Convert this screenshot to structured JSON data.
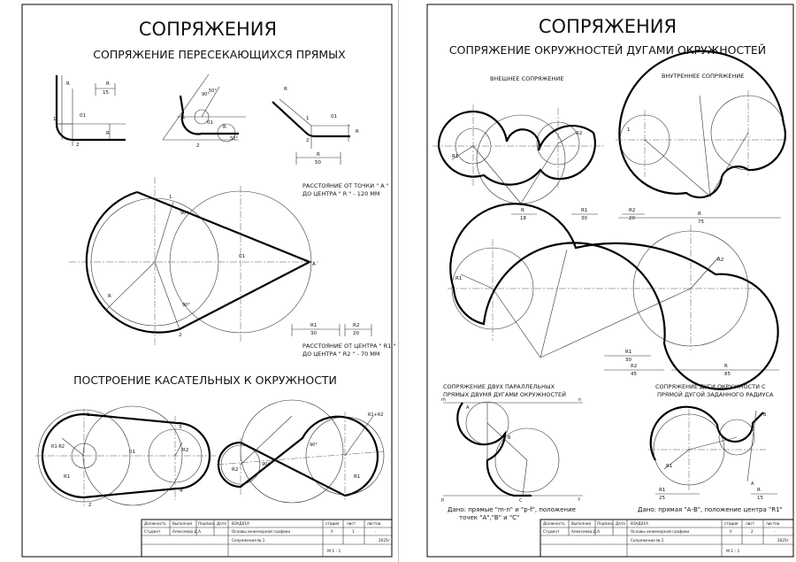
{
  "left": {
    "title": "СОПРЯЖЕНИЯ",
    "subtitle": "СОПРЯЖЕНИЕ ПЕРЕСЕКАЮЩИХСЯ ПРЯМЫХ",
    "section2": "ПОСТРОЕНИЕ КАСАТЕЛЬНЫХ К ОКРУЖНОСТИ",
    "note_a_1": "РАССТОЯНИЕ ОТ ТОЧКИ \" А \"",
    "note_a_2": "ДО ЦЕНТРА \" R \" - 120 ММ",
    "note_b_1": "РАССТОЯНИЕ ОТ ЦЕНТРА \" R1 \"",
    "note_b_2": "ДО ЦЕНТРА \" R2 \" - 70 ММ",
    "labels": {
      "r": "R",
      "r15": "15",
      "r50": "50",
      "r1": "R1",
      "r2": "R2",
      "v30": "30",
      "v20": "20",
      "o1": "01",
      "a": "A",
      "one": "1",
      "two": "2",
      "three": "3",
      "four": "4",
      "deg90": "90°",
      "deg50": "50°",
      "deg60": "60°",
      "r1r2": "R1-R2",
      "r1r2b": "R1+R2"
    },
    "stamp": {
      "h1": "Должность",
      "h2": "Выполнил",
      "h3": "Подпись",
      "h4": "Дата",
      "student": "Студент",
      "author": "Алексеева Д.А.",
      "subject": "Основы инженерной графики",
      "code": "ВЗАД01А",
      "col_stage": "стадия",
      "col_sheet": "лист",
      "col_sheets": "листов",
      "stage": "У",
      "sheet": "1",
      "sheets": "-",
      "name": "Сопряжения № 1",
      "year": "2025г",
      "scale": "М 1 : 1"
    }
  },
  "right": {
    "title": "СОПРЯЖЕНИЯ",
    "subtitle": "СОПРЯЖЕНИЕ ОКРУЖНОСТЕЙ ДУГАМИ ОКРУЖНОСТЕЙ",
    "ext": "ВНЕШНЕЕ СОПРЯЖЕНИЕ",
    "int": "ВНУТРЕННЕЕ СОПРЯЖЕНИЕ",
    "parallel_1": "СОПРЯЖЕНИЕ ДВУХ ПАРАЛЛЕЛЬНЫХ",
    "parallel_2": "ПРЯМЫХ ДВУМЯ ДУГАМИ ОКРУЖНОСТЕЙ",
    "arcline_1": "СОПРЯЖЕНИЕ ДУГИ ОКРУЖНОСТИ С",
    "arcline_2": "ПРЯМОЙ ДУГОЙ ЗАДАННОГО РАДИУСА",
    "given1_1": "Дано: прямые \"m-n\" и \"p-f\", положение",
    "given1_2": "точек \"А\",\"В\" и \"С\"",
    "given2": "Дано: прямая \"А-В\", положение центра \"R1\"",
    "labels": {
      "r": "R",
      "r1": "R1",
      "r2": "R2",
      "v18": "18",
      "v30": "30",
      "v20": "20",
      "v75": "75",
      "v45": "45",
      "v85": "85",
      "v25": "25",
      "v15": "15",
      "m": "m",
      "n": "n",
      "p": "p",
      "f": "f",
      "a": "A",
      "b": "B",
      "c": "C",
      "one": "1",
      "two": "2"
    },
    "stamp": {
      "h1": "Должность",
      "h2": "Выполнил",
      "h3": "Подпись",
      "h4": "Дата",
      "student": "Студент",
      "author": "Алексеева Д.А.",
      "subject": "Основы инженерной графики",
      "code": "ВЗАД01А",
      "col_stage": "стадия",
      "col_sheet": "лист",
      "col_sheets": "листов",
      "stage": "У",
      "sheet": "2",
      "sheets": "-",
      "name": "Сопряжение № 2",
      "year": "2025г",
      "scale": "М 1 : 1"
    }
  }
}
